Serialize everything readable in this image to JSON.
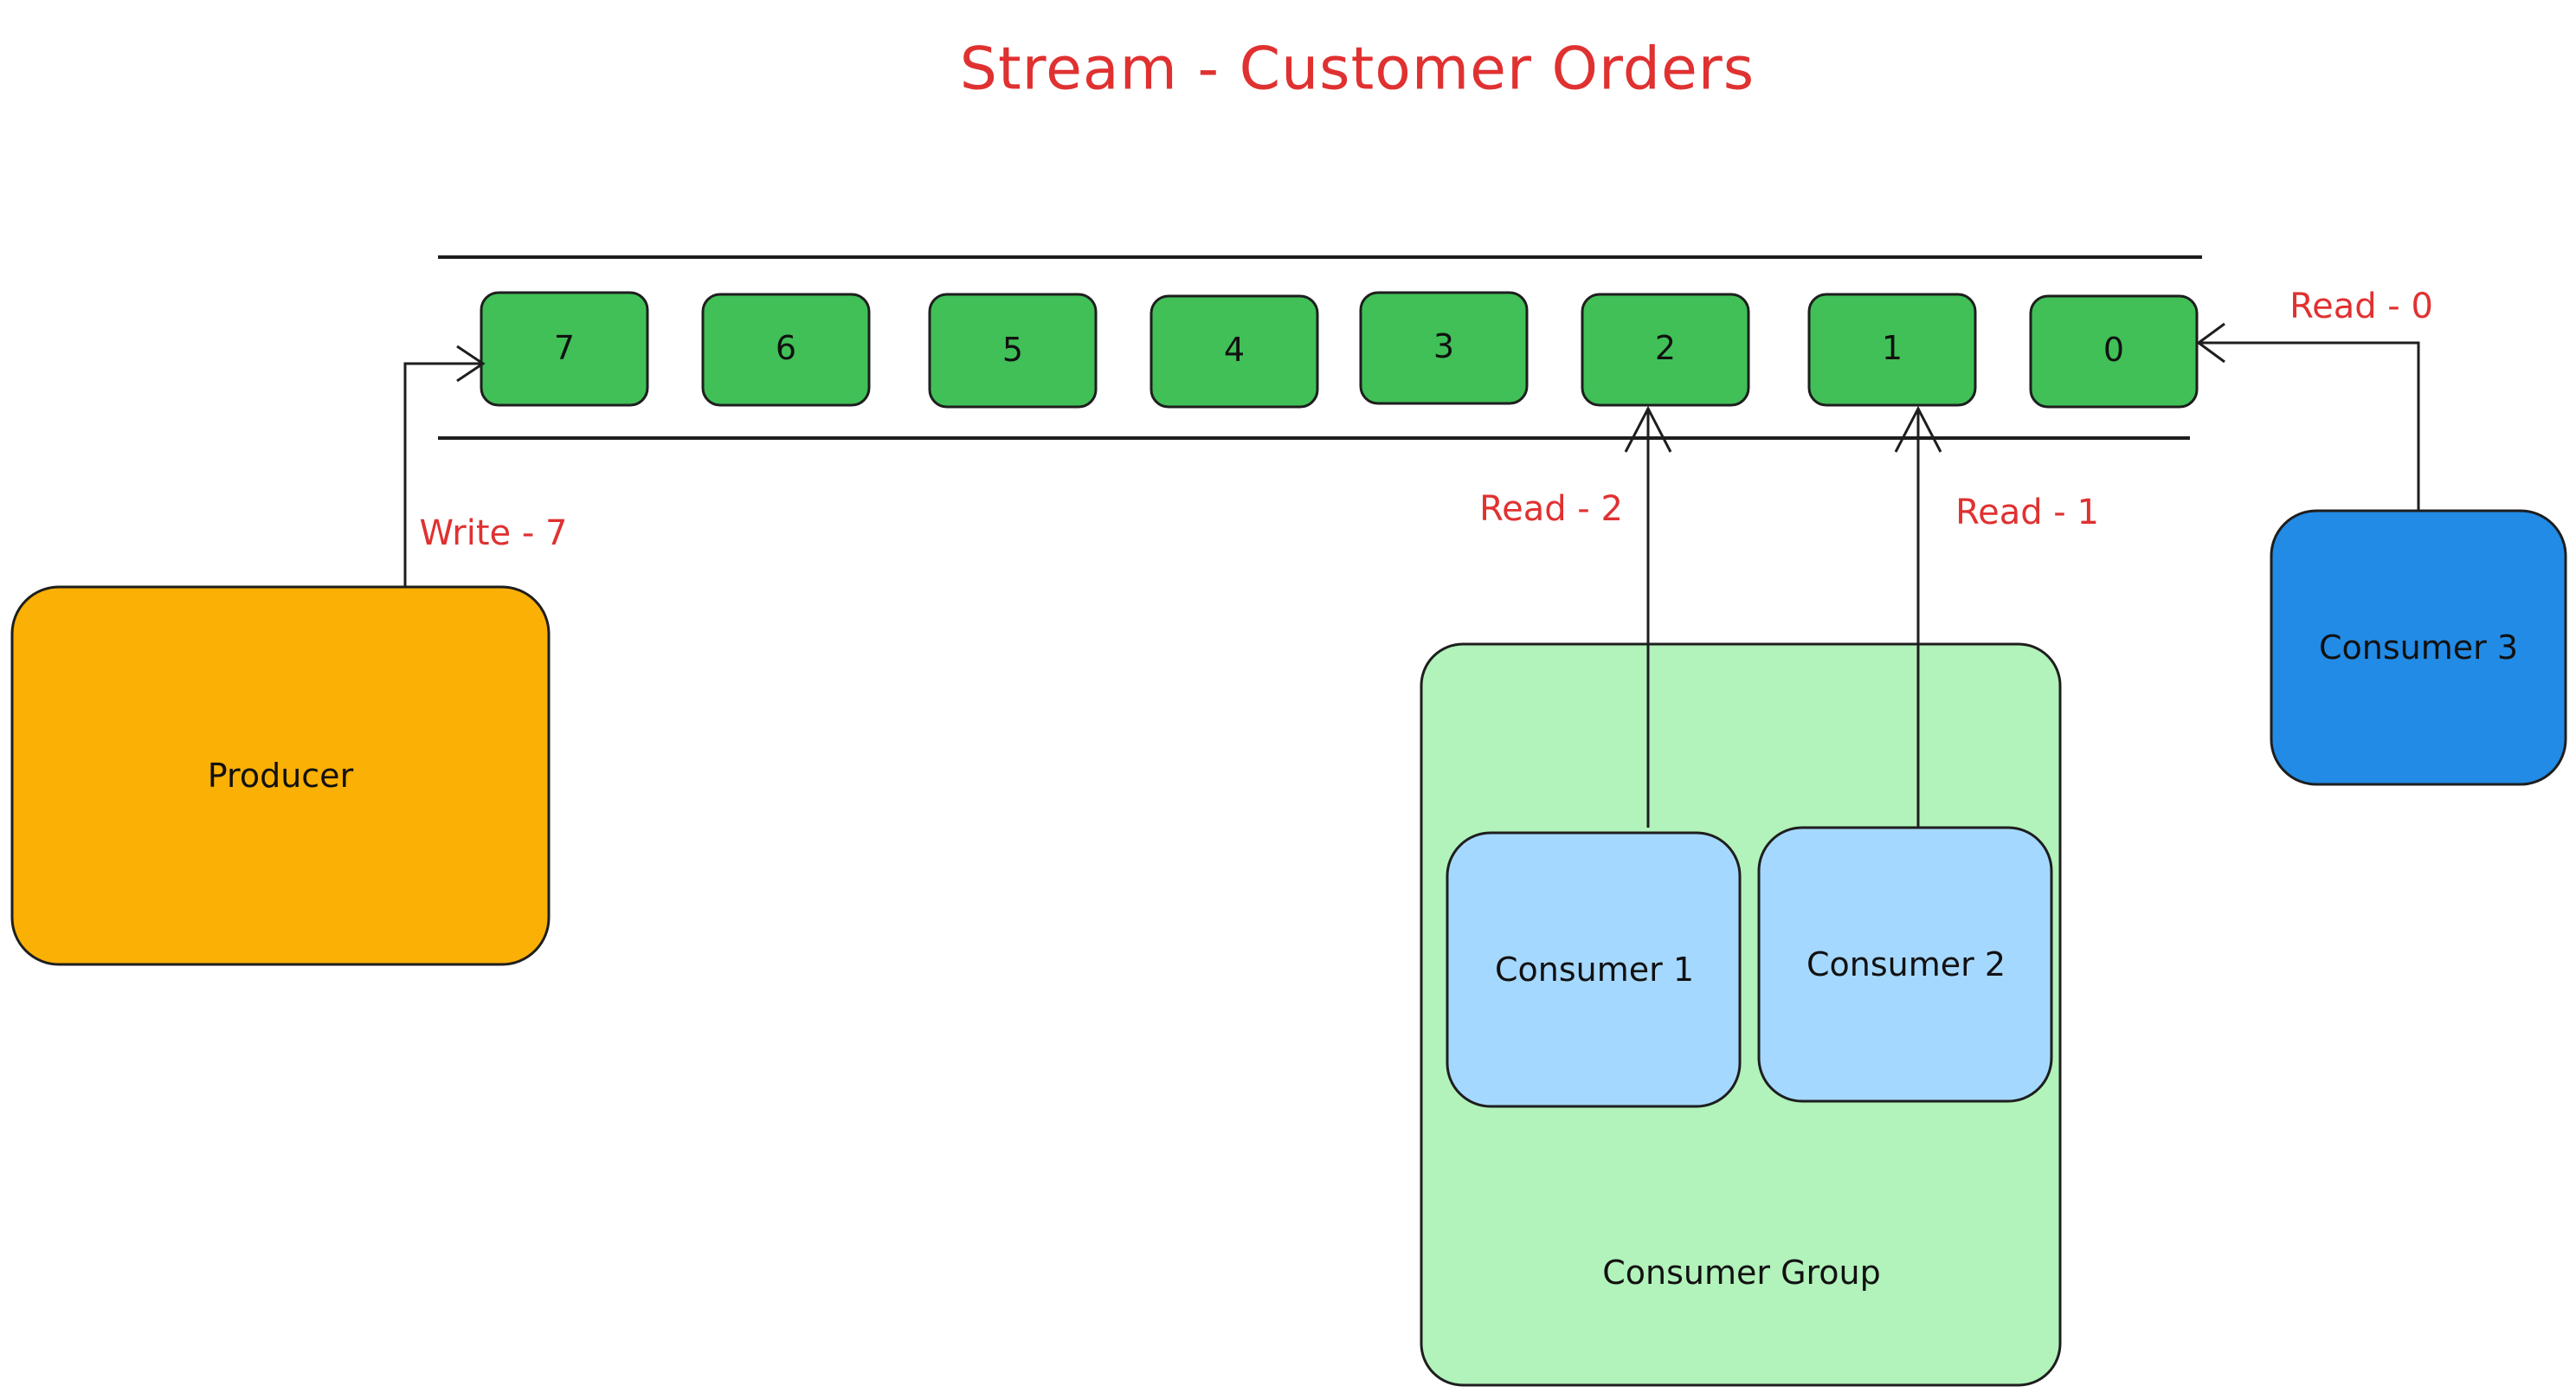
{
  "title": "Stream - Customer Orders",
  "colors": {
    "title_and_edge_labels": "#e03131",
    "stream_cell": "#40c057",
    "producer": "#fab005",
    "consumer_group": "#b2f2bb",
    "group_consumer": "#a5d8ff",
    "consumer_3": "#228be6",
    "stroke": "#1e1e1e"
  },
  "stream": {
    "cells": [
      "7",
      "6",
      "5",
      "4",
      "3",
      "2",
      "1",
      "0"
    ]
  },
  "nodes": {
    "producer": "Producer",
    "consumer_1": "Consumer 1",
    "consumer_2": "Consumer 2",
    "consumer_3": "Consumer 3",
    "consumer_group": "Consumer Group"
  },
  "edges": {
    "write": "Write - 7",
    "read_consumer_1": "Read - 2",
    "read_consumer_2": "Read - 1",
    "read_consumer_3": "Read - 0"
  }
}
